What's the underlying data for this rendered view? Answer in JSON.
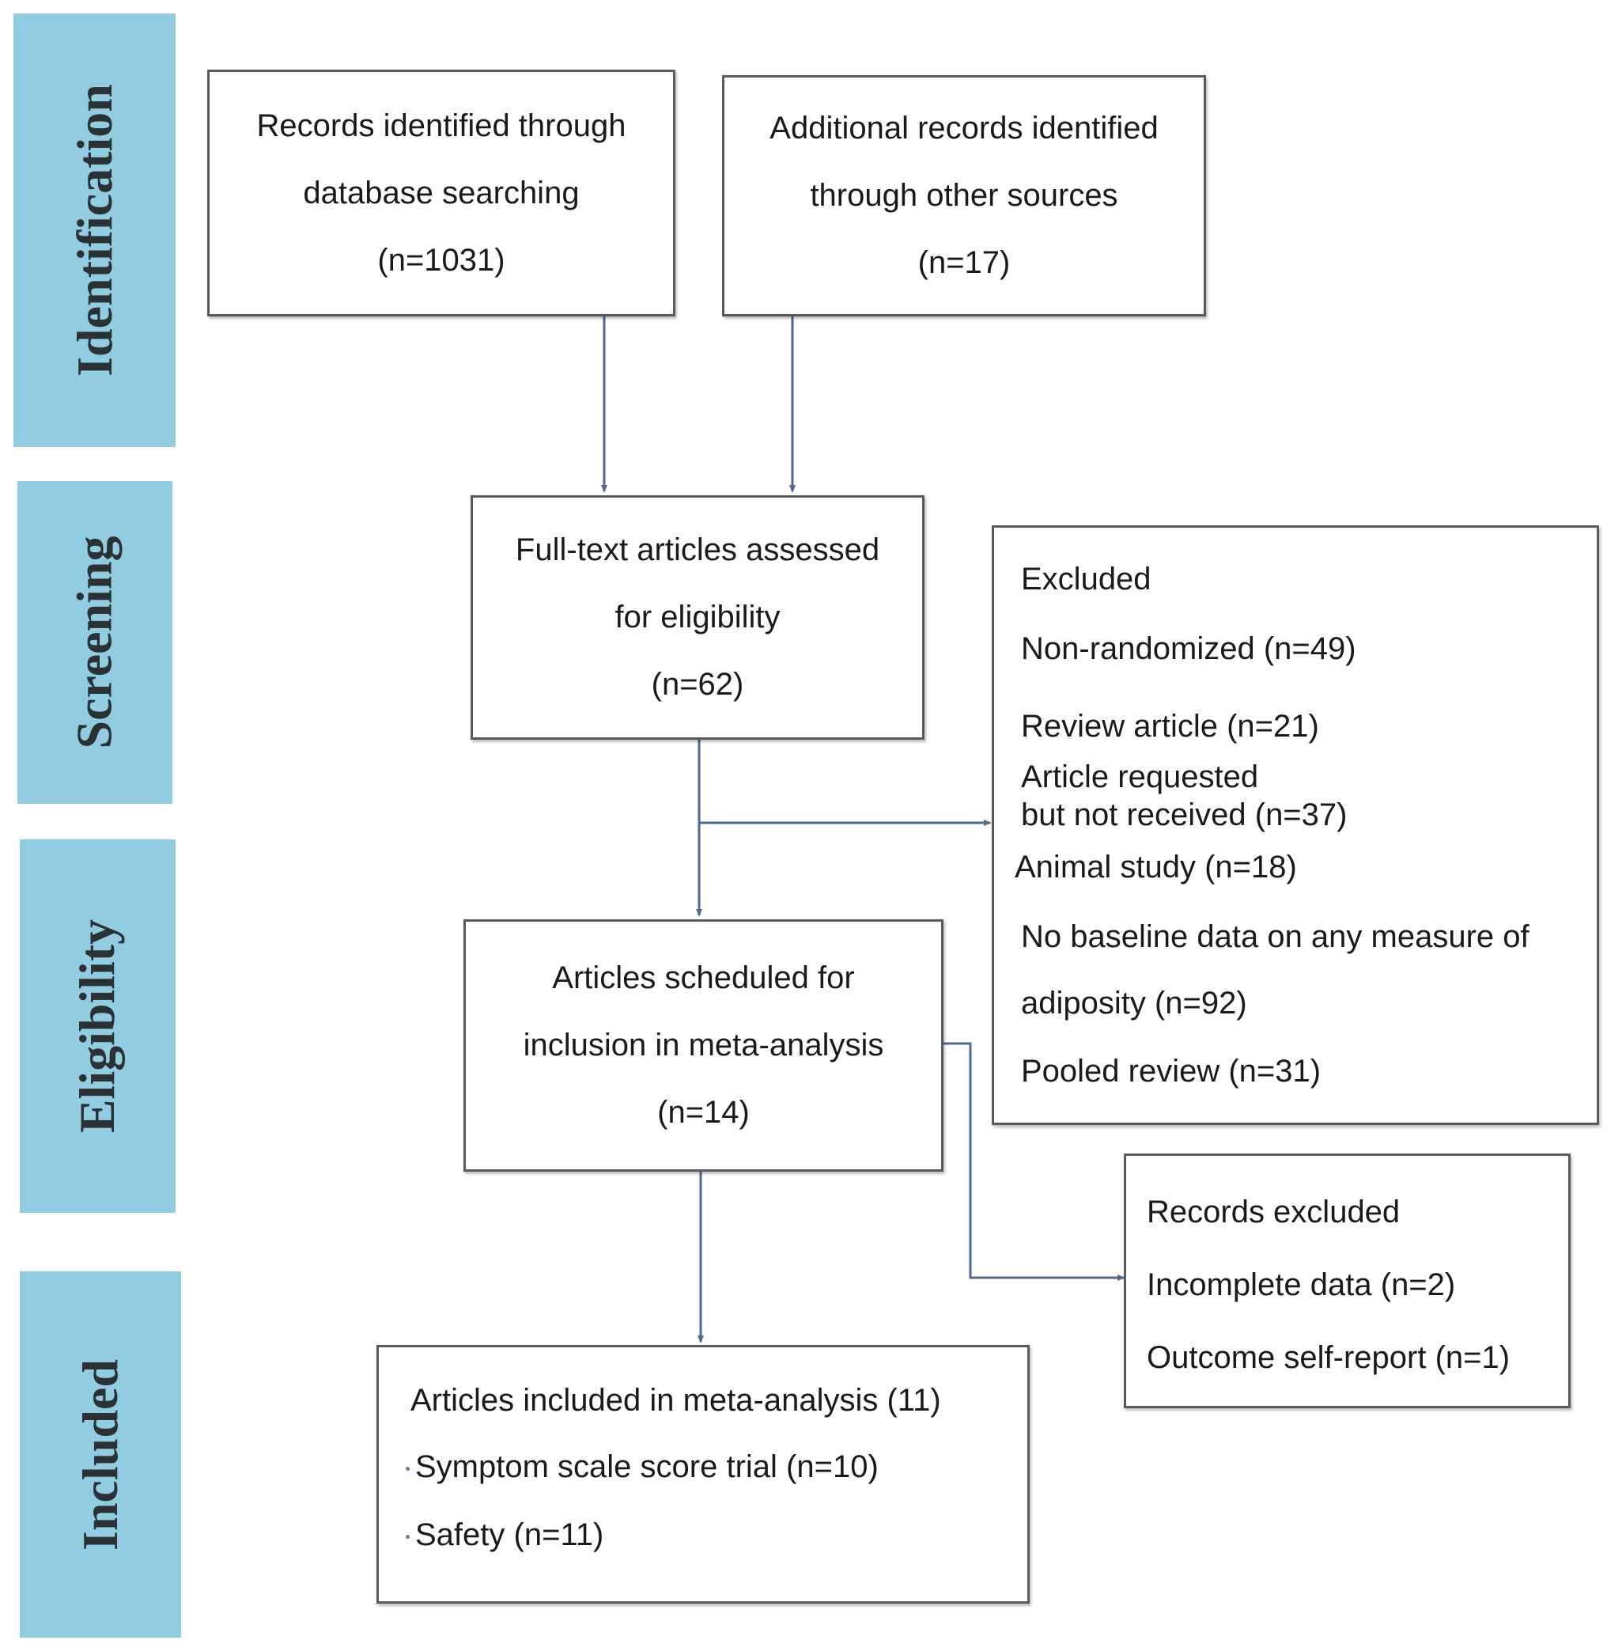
{
  "stages": [
    "Identification",
    "Screening",
    "Eligibility",
    "Included"
  ],
  "boxes": {
    "database": [
      "Records identified through",
      "database searching",
      "(n=1031)"
    ],
    "other_sources": [
      "Additional records identified",
      "through other sources",
      "(n=17)"
    ],
    "full_text": [
      "Full-text articles assessed",
      "for eligibility",
      "(n=62)"
    ],
    "excluded": {
      "title": "Excluded",
      "items": [
        "Non-randomized (n=49)",
        "Review article (n=21)",
        "Article requested",
        "but not received (n=37)",
        "Animal study (n=18)",
        "No baseline data on any measure of",
        "adiposity (n=92)",
        "Pooled review (n=31)"
      ]
    },
    "scheduled": [
      "Articles scheduled for",
      "inclusion in meta-analysis",
      "(n=14)"
    ],
    "records_excluded": {
      "title": "Records excluded",
      "items": [
        "Incomplete data (n=2)",
        "Outcome self-report (n=1)"
      ]
    },
    "included": {
      "title": "Articles included in meta-analysis (11)",
      "items": [
        "Symptom scale score trial (n=10)",
        "Safety (n=11)"
      ]
    }
  },
  "colors": {
    "stage_fill": "#92cce0",
    "arrow": "#4f6a8f",
    "box_border": "#5a5a5a"
  }
}
